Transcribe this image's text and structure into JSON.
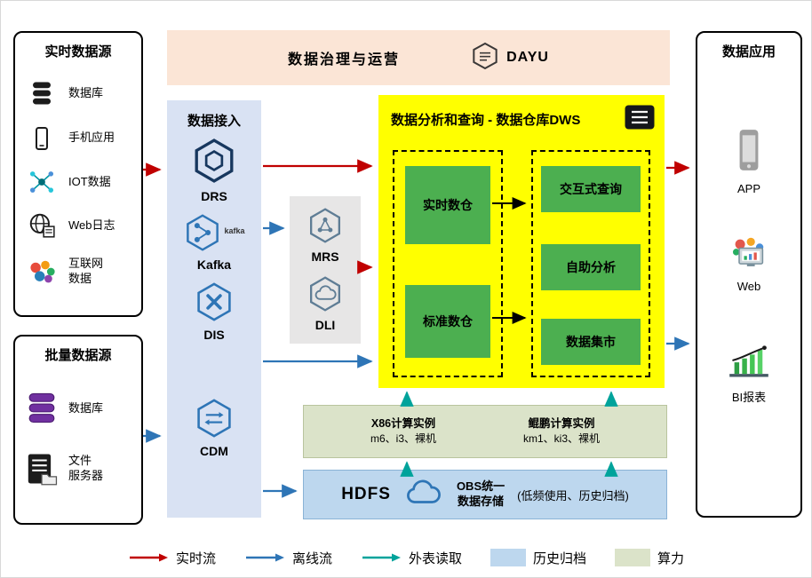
{
  "colors": {
    "realtime_flow": "#c00000",
    "offline_flow": "#2e75b6",
    "external_read": "#00a39b",
    "archive_fill": "#bdd7ee",
    "compute_fill": "#dbe3c9",
    "dws_fill": "#ffff00",
    "module_green": "#4caf50",
    "governance_fill": "#fbe5d6",
    "ingestion_fill": "#d9e2f3"
  },
  "realtime_sources": {
    "title": "实时数据源",
    "items": [
      {
        "label": "数据库",
        "icon": "database-icon"
      },
      {
        "label": "手机应用",
        "icon": "phone-icon"
      },
      {
        "label": "IOT数据",
        "icon": "iot-icon"
      },
      {
        "label": "Web日志",
        "icon": "web-log-icon"
      },
      {
        "label": "互联网\n数据",
        "icon": "internet-data-icon"
      }
    ]
  },
  "batch_sources": {
    "title": "批量数据源",
    "items": [
      {
        "label": "数据库",
        "icon": "database-purple-icon"
      },
      {
        "label": "文件\n服务器",
        "icon": "file-server-icon"
      }
    ]
  },
  "governance": {
    "title": "数据治理与运营",
    "product": "DAYU"
  },
  "ingestion": {
    "title": "数据接入",
    "items": [
      {
        "label": "DRS"
      },
      {
        "label": "Kafka",
        "logo": "kafka"
      },
      {
        "label": "DIS"
      },
      {
        "label": "CDM"
      }
    ]
  },
  "staging": {
    "items": [
      {
        "label": "MRS"
      },
      {
        "label": "DLI"
      }
    ]
  },
  "dws": {
    "title": "数据分析和查询 - 数据仓库DWS",
    "warehouses": [
      {
        "label": "实时数仓"
      },
      {
        "label": "标准数仓"
      }
    ],
    "services": [
      {
        "label": "交互式查询"
      },
      {
        "label": "自助分析"
      },
      {
        "label": "数据集市"
      }
    ]
  },
  "compute": {
    "groups": [
      {
        "title": "X86计算实例",
        "subtitle": "m6、i3、裸机"
      },
      {
        "title": "鲲鹏计算实例",
        "subtitle": "km1、ki3、裸机"
      }
    ]
  },
  "storage": {
    "hdfs": "HDFS",
    "obs_title": "OBS统一\n数据存储",
    "note": "(低频使用、历史归档)"
  },
  "applications": {
    "title": "数据应用",
    "items": [
      {
        "label": "APP"
      },
      {
        "label": "Web"
      },
      {
        "label": "BI报表"
      }
    ]
  },
  "legend": {
    "flows": [
      {
        "label": "实时流",
        "color": "#c00000"
      },
      {
        "label": "离线流",
        "color": "#2e75b6"
      },
      {
        "label": "外表读取",
        "color": "#00a39b"
      }
    ],
    "swatches": [
      {
        "label": "历史归档",
        "color": "#bdd7ee"
      },
      {
        "label": "算力",
        "color": "#dbe3c9"
      }
    ]
  }
}
